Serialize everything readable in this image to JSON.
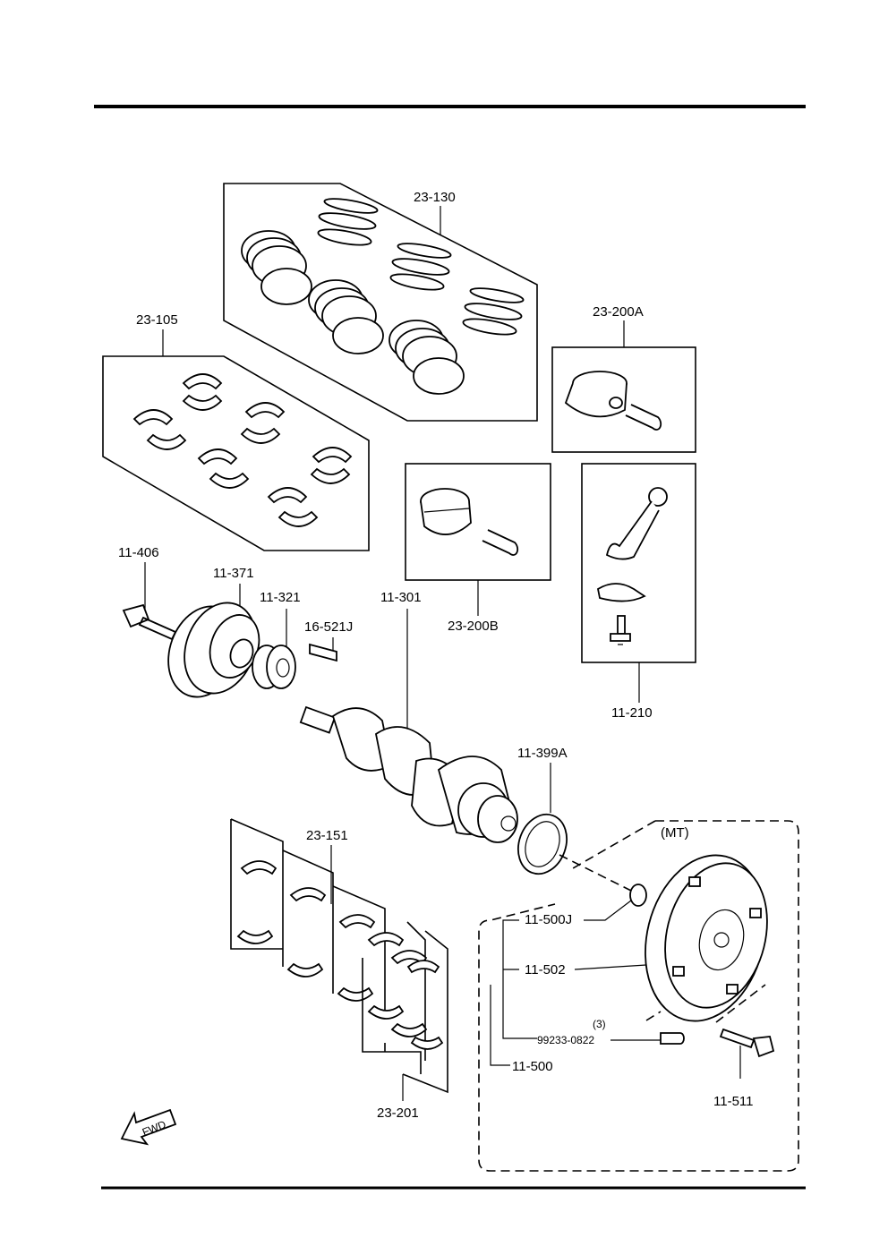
{
  "labels": {
    "piston_ring_set": "23-130",
    "main_bearing_set": "23-105",
    "piston_a": "23-200A",
    "piston_b": "23-200B",
    "connecting_rod": "11-210",
    "pulley_bolt": "11-406",
    "crank_pulley": "11-371",
    "timing_sprocket": "11-321",
    "key": "16-521J",
    "crankshaft": "11-301",
    "rear_oil_seal": "11-399A",
    "thrust_bearing": "23-151",
    "bearing_set": "23-201",
    "pilot_bearing": "11-500J",
    "flywheel_assy": "11-502",
    "dowel_pin_qty": "(3)",
    "dowel_pin": "99233-0822",
    "flywheel": "11-500",
    "flywheel_bolt": "11-511",
    "mt_box": "(MT)",
    "fwd_arrow": "FWD"
  }
}
